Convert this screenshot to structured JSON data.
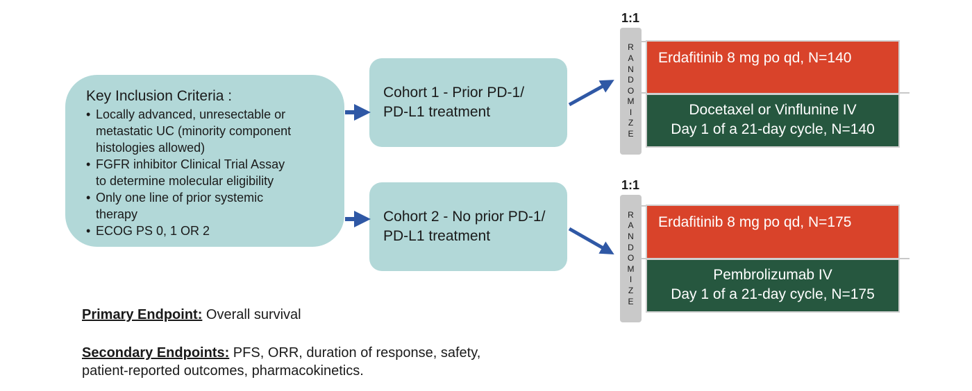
{
  "criteria": {
    "title": "Key Inclusion Criteria :",
    "items": [
      [
        "Locally advanced, unresectable or",
        "metastatic UC (minority component",
        "histologies allowed)"
      ],
      [
        "FGFR inhibitor Clinical Trial Assay",
        "to determine molecular eligibility"
      ],
      [
        "Only one line of prior systemic",
        "therapy"
      ],
      [
        "ECOG PS 0, 1 OR 2"
      ]
    ]
  },
  "cohorts": [
    {
      "line1": "Cohort 1 - Prior PD-1/",
      "line2": "PD-L1 treatment"
    },
    {
      "line1": "Cohort 2 - No prior PD-1/",
      "line2": "PD-L1 treatment"
    }
  ],
  "randomization": {
    "ratio": "1:1",
    "letters": [
      "R",
      "A",
      "N",
      "D",
      "O",
      "M",
      "I",
      "Z",
      "E"
    ]
  },
  "arms": {
    "cohort1_exp": "Erdafitinib 8 mg po qd, N=140",
    "cohort1_ctrl_line1": "Docetaxel or Vinflunine IV",
    "cohort1_ctrl_line2": "Day 1 of a 21-day cycle, N=140",
    "cohort2_exp": "Erdafitinib 8 mg po qd, N=175",
    "cohort2_ctrl_line1": "Pembrolizumab IV",
    "cohort2_ctrl_line2": "Day 1 of a 21-day cycle, N=175"
  },
  "endpoints": {
    "primary_label": "Primary Endpoint:",
    "primary_text": " Overall survival",
    "secondary_label": "Secondary Endpoints:",
    "secondary_text": " PFS, ORR, duration of response, safety,",
    "secondary_text2": "patient-reported outcomes, pharmacokinetics."
  },
  "colors": {
    "box_fill": "#b2d8d8",
    "arrow": "#2f58a5",
    "experimental_arm": "#d9432a",
    "control_arm": "#26573f",
    "randomize_bar": "#c9c9c9"
  }
}
